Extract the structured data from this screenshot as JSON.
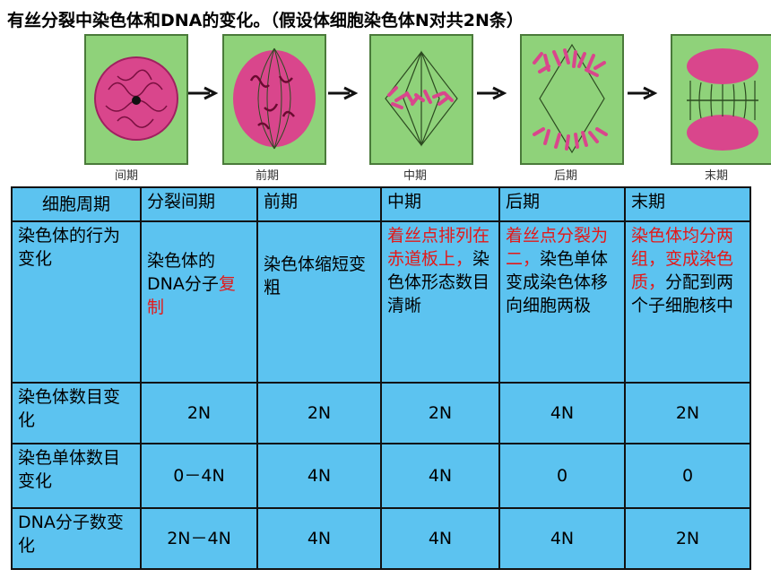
{
  "title": "有丝分裂中染色体和DNA的变化。（假设体细胞染色体N对共2N条）",
  "stages": [
    {
      "caption": "间期"
    },
    {
      "caption": "前期"
    },
    {
      "caption": "中期"
    },
    {
      "caption": "后期"
    },
    {
      "caption": "末期"
    }
  ],
  "table": {
    "header": [
      "细胞周期",
      "分裂间期",
      "前期",
      "中期",
      "后期",
      "末期"
    ],
    "behavior": {
      "label": "染色体的行为变化",
      "interphase_a": "染色体的DNA分子",
      "interphase_b": "复制",
      "prophase": "染色体缩短变粗",
      "metaphase_a": "着丝点排列在赤道板上，",
      "metaphase_b": "染色体形态数目清晰",
      "anaphase_a": "着丝点分裂为二，",
      "anaphase_b": "染色单体变成染色体移向细胞两极",
      "telophase_a": "染色体均分两组，变成染色质，",
      "telophase_b": "分配到两个子细胞核中"
    },
    "chromosome": {
      "label": "染色体数目变化",
      "values": [
        "2N",
        "2N",
        "2N",
        "4N",
        "2N"
      ]
    },
    "chromatid": {
      "label": "染色单体数目变化",
      "values": [
        "0－4N",
        "4N",
        "4N",
        "0",
        "0"
      ]
    },
    "dna": {
      "label": "DNA分子数变化",
      "values": [
        "2N－4N",
        "4N",
        "4N",
        "4N",
        "2N"
      ]
    }
  },
  "colors": {
    "table_bg": "#5cc3f0",
    "highlight": "#e41818",
    "cell_green": "#8fd27a",
    "nucleus_pink": "#d9468c"
  }
}
